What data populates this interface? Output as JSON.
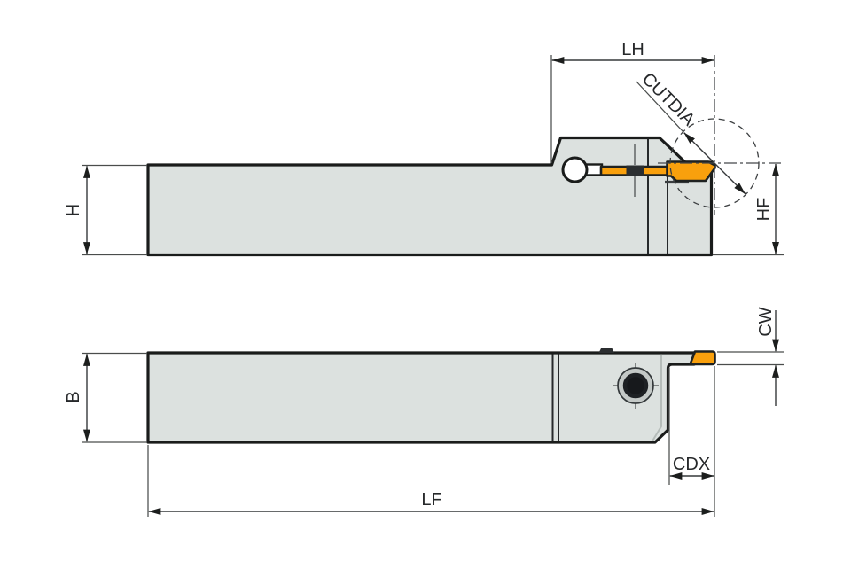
{
  "drawing": {
    "type": "engineering-dimension-drawing",
    "subject": "grooving tool holder, two orthographic views",
    "labels": {
      "lh": "LH",
      "cutdia": "CUTDIA",
      "h": "H",
      "hf": "HF",
      "b": "B",
      "cw": "CW",
      "cdx": "CDX",
      "lf": "LF"
    },
    "colors": {
      "body_fill": "#dce1df",
      "insert_orange": "#f9a00d",
      "outline": "#1a1c1b",
      "dimension_lines": "#3a3d3c",
      "background": "#ffffff"
    }
  }
}
